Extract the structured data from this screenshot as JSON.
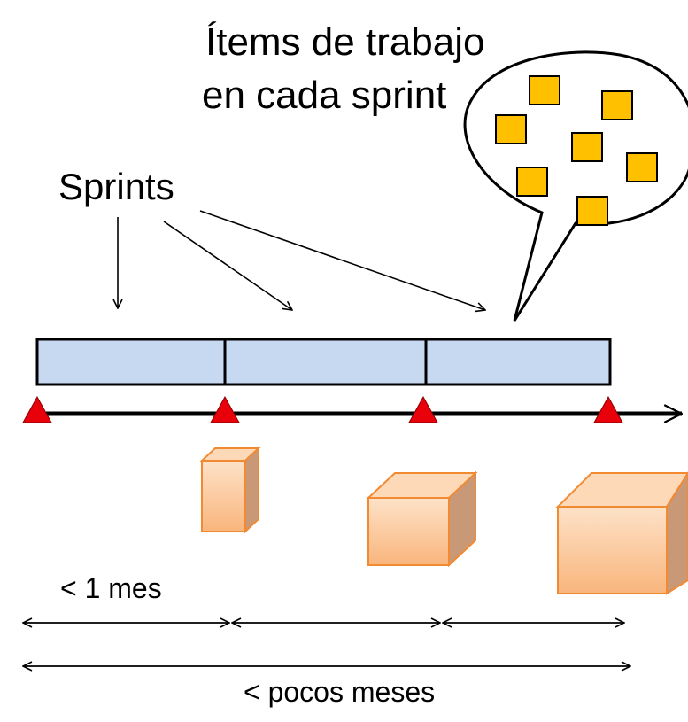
{
  "title": {
    "line1": "Ítems de trabajo",
    "line2": "en cada sprint"
  },
  "sprints_label": "Sprints",
  "duration_labels": {
    "sprint": "< 1 mes",
    "release": "< pocos meses"
  },
  "sprint_bars": [
    {
      "name": "sprint-1"
    },
    {
      "name": "sprint-2"
    },
    {
      "name": "sprint-3"
    }
  ],
  "milestones": [
    {
      "name": "milestone-0"
    },
    {
      "name": "milestone-1"
    },
    {
      "name": "milestone-2"
    },
    {
      "name": "milestone-3"
    }
  ],
  "increments": [
    {
      "name": "increment-small"
    },
    {
      "name": "increment-medium"
    },
    {
      "name": "increment-large"
    }
  ],
  "work_items_count": 7,
  "colors": {
    "sprint_bar_fill": "#c6d9f1",
    "sprint_bar_stroke": "#000000",
    "milestone": "#e8000b",
    "work_item_fill": "#ffc000",
    "work_item_stroke": "#000000",
    "cube_front": "#fcbf8c",
    "cube_top": "#fdd9b8",
    "cube_side": "#c7906a",
    "cube_stroke": "#f28a32",
    "line": "#000000"
  }
}
